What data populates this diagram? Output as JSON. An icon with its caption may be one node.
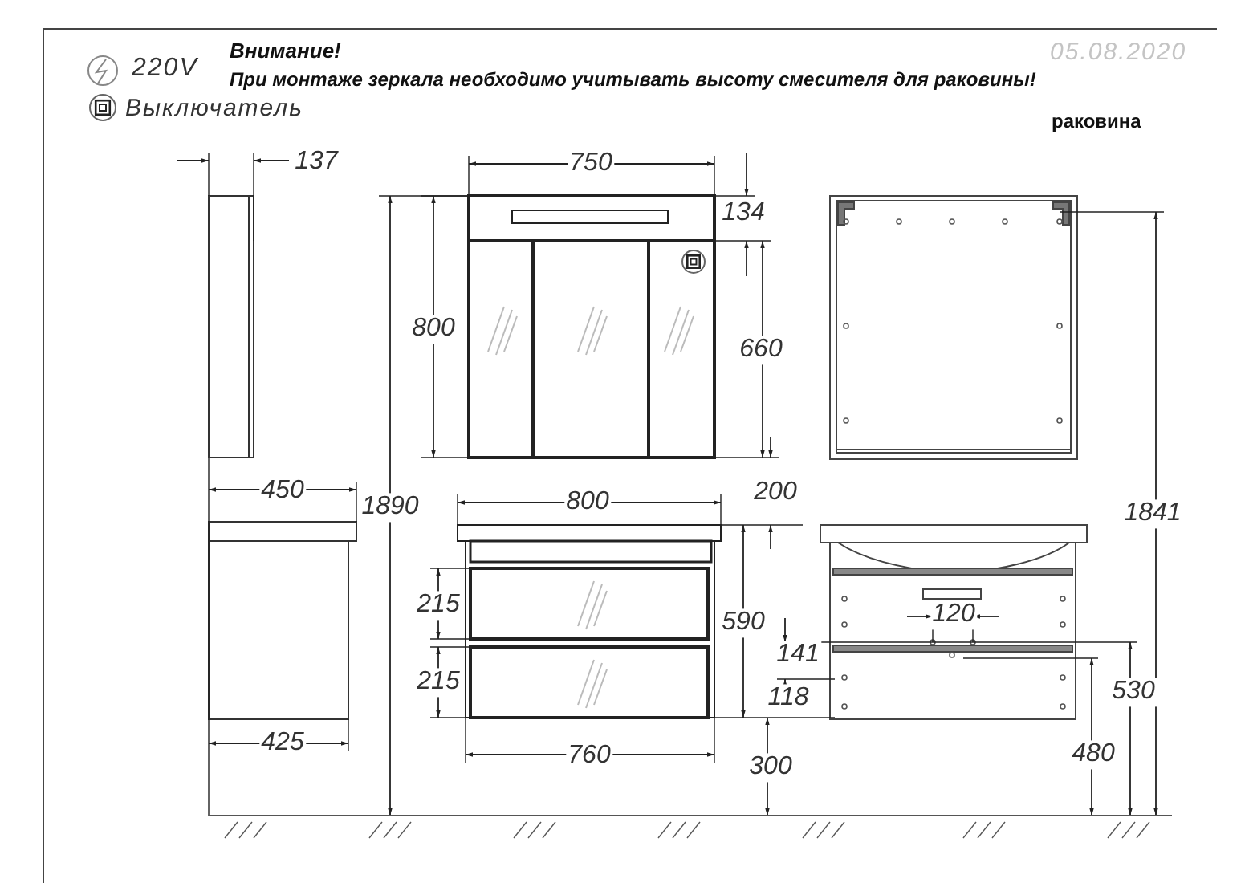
{
  "diagram": {
    "labels": [
      "220V",
      "Внимание!",
      "При монтаже зеркала необходимо учитывать высоту смесителя для раковины!",
      "05.08.2020",
      "Выключатель",
      "раковина",
      "137",
      "750",
      "134",
      "800",
      "660",
      "200",
      "450",
      "1890",
      "800",
      "590",
      "215",
      "215",
      "120",
      "141",
      "118",
      "425",
      "760",
      "300",
      "1841",
      "530",
      "480"
    ]
  }
}
